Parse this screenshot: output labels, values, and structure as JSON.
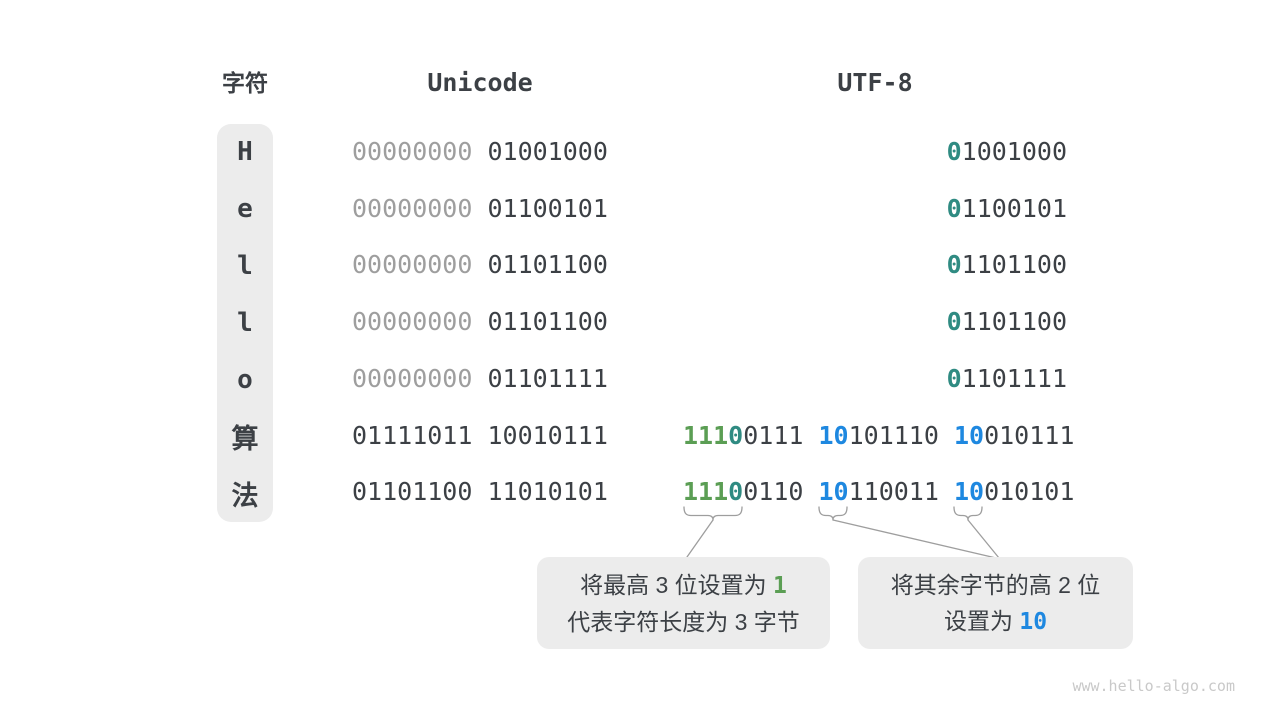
{
  "page": {
    "watermark": "www.hello-algo.com"
  },
  "colors": {
    "dark": "#3c4045",
    "gray": "#9e9e9e",
    "teal": "#2f8b82",
    "green": "#5b9e54",
    "blue": "#1e88e0",
    "pillBg": "#ececec",
    "boxBg": "#ececec",
    "line": "#9e9e9e",
    "wm": "#c9c9c9"
  },
  "headers": {
    "char": "字符",
    "unicode": "Unicode",
    "utf8": "UTF-8"
  },
  "table": {
    "rows": [
      {
        "char": "H",
        "cjk": false,
        "align": "right",
        "unicode": [
          {
            "t": "00000000",
            "c": "gray"
          },
          {
            "t": " 01001000",
            "c": "dark"
          }
        ],
        "utf8": [
          {
            "t": "0",
            "c": "teal"
          },
          {
            "t": "1001000",
            "c": "dark"
          }
        ]
      },
      {
        "char": "e",
        "cjk": false,
        "align": "right",
        "unicode": [
          {
            "t": "00000000",
            "c": "gray"
          },
          {
            "t": " 01100101",
            "c": "dark"
          }
        ],
        "utf8": [
          {
            "t": "0",
            "c": "teal"
          },
          {
            "t": "1100101",
            "c": "dark"
          }
        ]
      },
      {
        "char": "l",
        "cjk": false,
        "align": "right",
        "unicode": [
          {
            "t": "00000000",
            "c": "gray"
          },
          {
            "t": " 01101100",
            "c": "dark"
          }
        ],
        "utf8": [
          {
            "t": "0",
            "c": "teal"
          },
          {
            "t": "1101100",
            "c": "dark"
          }
        ]
      },
      {
        "char": "l",
        "cjk": false,
        "align": "right",
        "unicode": [
          {
            "t": "00000000",
            "c": "gray"
          },
          {
            "t": " 01101100",
            "c": "dark"
          }
        ],
        "utf8": [
          {
            "t": "0",
            "c": "teal"
          },
          {
            "t": "1101100",
            "c": "dark"
          }
        ]
      },
      {
        "char": "o",
        "cjk": false,
        "align": "right",
        "unicode": [
          {
            "t": "00000000",
            "c": "gray"
          },
          {
            "t": " 01101111",
            "c": "dark"
          }
        ],
        "utf8": [
          {
            "t": "0",
            "c": "teal"
          },
          {
            "t": "1101111",
            "c": "dark"
          }
        ]
      },
      {
        "char": "算",
        "cjk": true,
        "align": "left",
        "unicode": [
          {
            "t": "01111011 10010111",
            "c": "dark"
          }
        ],
        "utf8": [
          {
            "t": "111",
            "c": "green"
          },
          {
            "t": "0",
            "c": "teal"
          },
          {
            "t": "0111 ",
            "c": "dark"
          },
          {
            "t": "10",
            "c": "blue"
          },
          {
            "t": "101110 ",
            "c": "dark"
          },
          {
            "t": "10",
            "c": "blue"
          },
          {
            "t": "010111",
            "c": "dark"
          }
        ]
      },
      {
        "char": "法",
        "cjk": true,
        "align": "left",
        "unicode": [
          {
            "t": "01101100 11010101",
            "c": "dark"
          }
        ],
        "utf8": [
          {
            "t": "111",
            "c": "green"
          },
          {
            "t": "0",
            "c": "teal"
          },
          {
            "t": "0110 ",
            "c": "dark"
          },
          {
            "t": "10",
            "c": "blue"
          },
          {
            "t": "110011 ",
            "c": "dark"
          },
          {
            "t": "10",
            "c": "blue"
          },
          {
            "t": "010101",
            "c": "dark"
          }
        ]
      }
    ]
  },
  "callouts": {
    "left": {
      "line1_text": "将最高 3 位设置为 ",
      "line1_value": "1",
      "line2_text": "代表字符长度为 3 字节"
    },
    "right": {
      "line1_text": "将其余字节的高 2 位",
      "line2_text": "设置为 ",
      "line2_value": "10"
    }
  }
}
